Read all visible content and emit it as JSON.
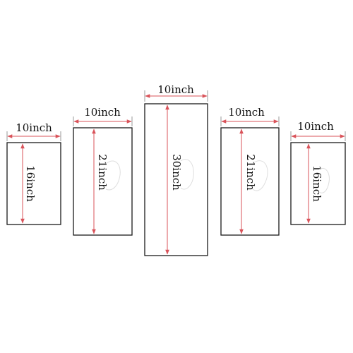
{
  "colors": {
    "frame": "#1a1a1a",
    "dimension_arrow": "#d9535a",
    "text": "#111111"
  },
  "panels": [
    {
      "id": "panel-1",
      "width_label": "10inch",
      "height_label": "16inch"
    },
    {
      "id": "panel-2",
      "width_label": "10inch",
      "height_label": "21inch"
    },
    {
      "id": "panel-3",
      "width_label": "10inch",
      "height_label": "30inch"
    },
    {
      "id": "panel-4",
      "width_label": "10inch",
      "height_label": "21inch"
    },
    {
      "id": "panel-5",
      "width_label": "10inch",
      "height_label": "16inch"
    }
  ]
}
